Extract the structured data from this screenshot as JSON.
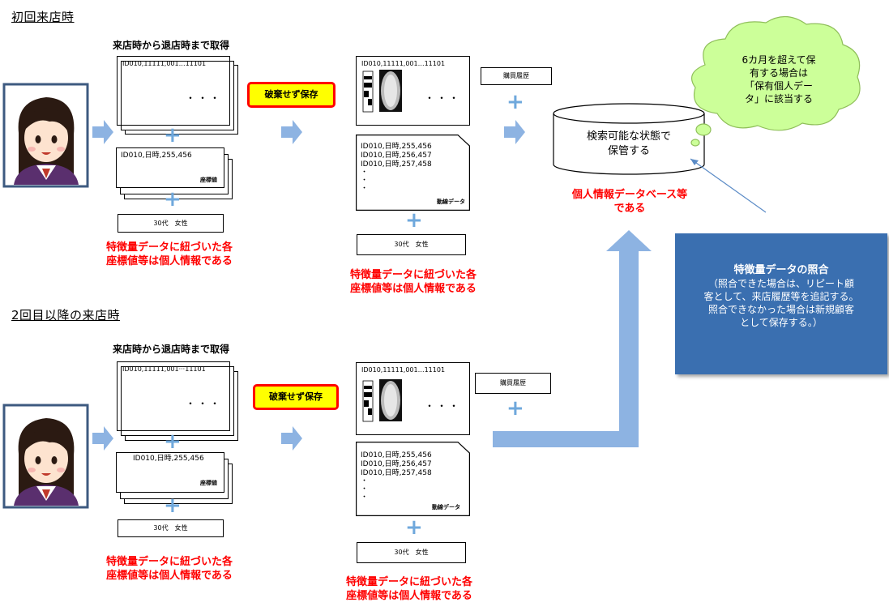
{
  "section1_title": "初回来店時",
  "section2_title": "2回目以降の来店時",
  "capture_label": "来店時から退店時まで取得",
  "record_id": "ID010,11111,001…11101",
  "record_id_short": "ID010,11111,001···11101",
  "coord_first": "ID010,日時,255,456",
  "coord_lines": [
    "ID010,日時,255,456",
    "ID010,日時,256,457",
    "ID010,日時,257,458",
    "・",
    "・",
    "・"
  ],
  "coord_label": "座標値",
  "flow_label": "動線データ",
  "attr_label": "30代　女性",
  "no_discard": "破棄せず保存",
  "purchase": "購買履歴",
  "red_note": [
    "特徴量データに紐づいた各",
    "座標値等は個人情報である"
  ],
  "db_text": [
    "検索可能な状態で",
    "保管する"
  ],
  "db_note": [
    "個人情報データベース等",
    "である"
  ],
  "cloud_text": [
    "6カ月を超えて保",
    "有する場合は",
    "「保有個人デー",
    "タ」に該当する"
  ],
  "match_title": "特徴量データの照合",
  "match_body": [
    "（照合できた場合は、リピート顧",
    "客として、来店履歴等を追記する。",
    "照合できなかった場合は新規顧客",
    "として保存する。）"
  ],
  "ellipsis": "・・・",
  "colors": {
    "accent_red": "#ff0000",
    "arrow_blue": "#8db3e2",
    "cloud_green": "#ccff99",
    "box_blue": "#3a6fb0",
    "button_yellow": "#ffff00"
  }
}
